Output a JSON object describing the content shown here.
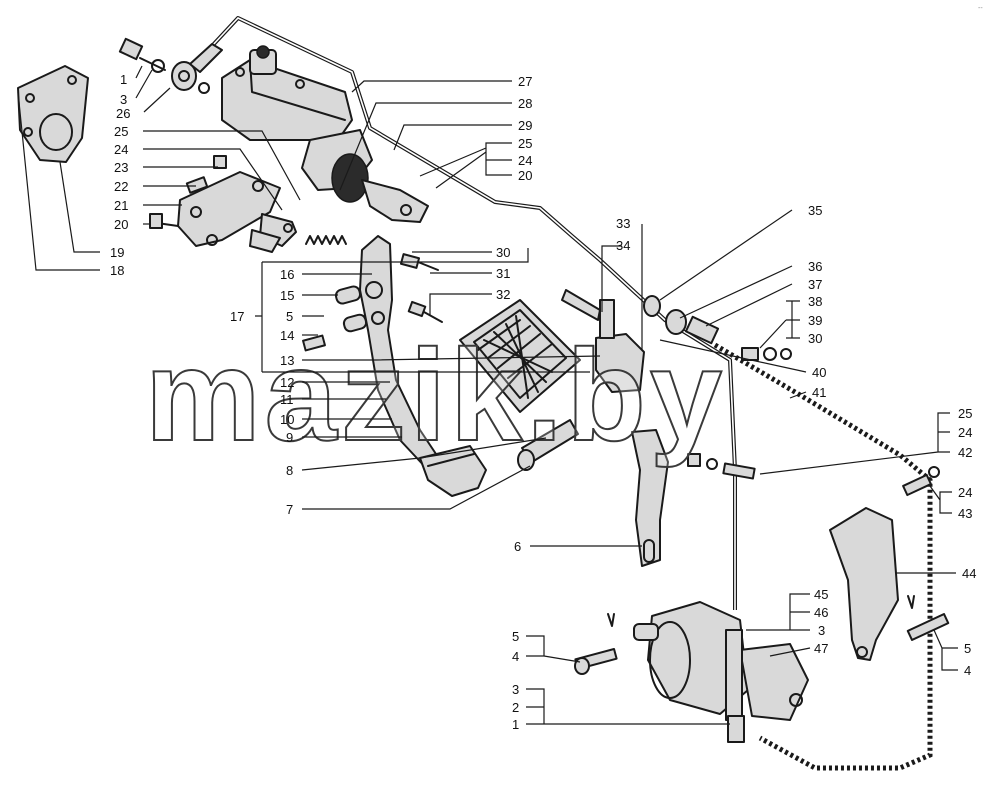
{
  "watermark": "mazik.by",
  "corner_mark": "--",
  "callouts": {
    "c1a": "1",
    "c3a": "3",
    "c26": "26",
    "c25a": "25",
    "c24a": "24",
    "c23": "23",
    "c22": "22",
    "c21": "21",
    "c20a": "20",
    "c19": "19",
    "c18": "18",
    "c27": "27",
    "c28": "28",
    "c29": "29",
    "c25b": "25",
    "c24b": "24",
    "c20b": "20",
    "c33": "33",
    "c34": "34",
    "c35": "35",
    "c36": "36",
    "c37": "37",
    "c38": "38",
    "c39": "39",
    "c30a": "30",
    "c30b": "30",
    "c31": "31",
    "c32": "32",
    "c16": "16",
    "c15": "15",
    "c17": "17",
    "c5a": "5",
    "c14": "14",
    "c13": "13",
    "c12": "12",
    "c11": "11",
    "c10": "10",
    "c9": "9",
    "c8": "8",
    "c7": "7",
    "c40": "40",
    "c41": "41",
    "c25c": "25",
    "c24c": "24",
    "c42": "42",
    "c24d": "24",
    "c43": "43",
    "c6": "6",
    "c44": "44",
    "c45": "45",
    "c46": "46",
    "c3b": "3",
    "c47": "47",
    "c5b": "5",
    "c4a": "4",
    "c5c": "5",
    "c4b": "4",
    "c3c": "3",
    "c2": "2",
    "c1b": "1"
  }
}
